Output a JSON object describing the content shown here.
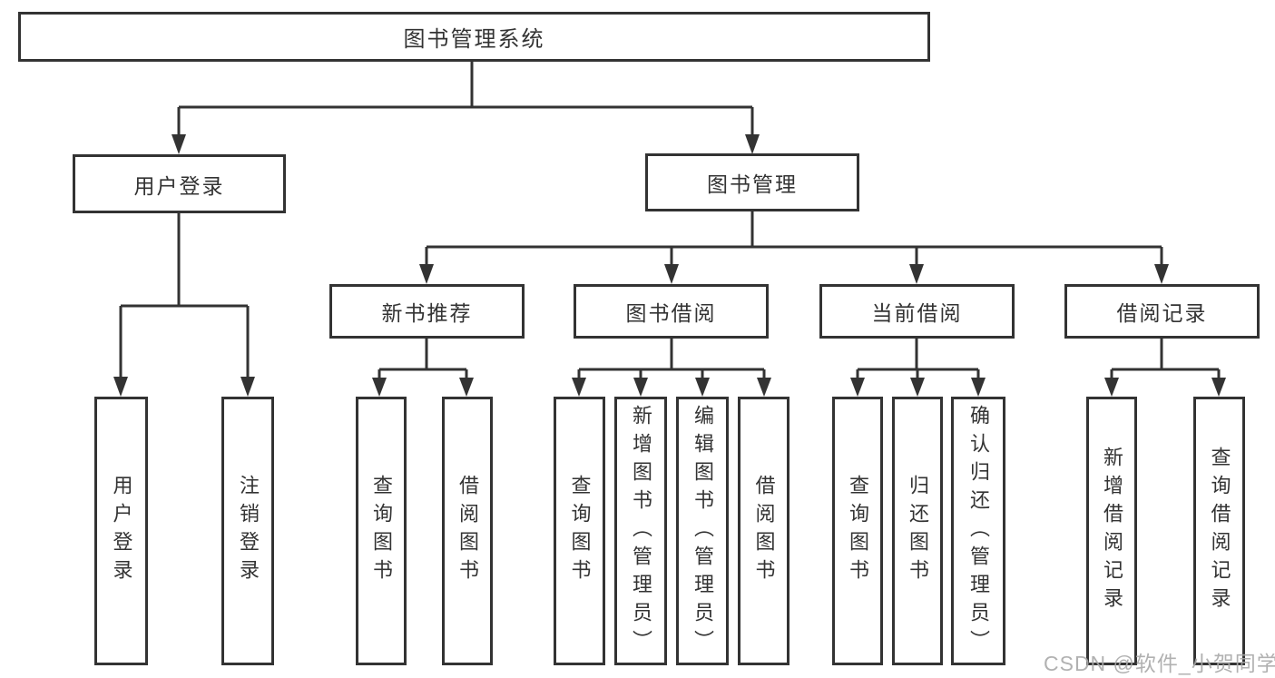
{
  "colors": {
    "line": "#333333",
    "box_border": "#333333",
    "box_background": "#ffffff",
    "text": "#333333",
    "watermark": "#a8a8a8",
    "background": "#ffffff"
  },
  "diagram": {
    "title": "图书管理系统",
    "level2": {
      "user_login": "用户登录",
      "book_mgmt": "图书管理"
    },
    "level3": {
      "new_books": "新书推荐",
      "borrow": "图书借阅",
      "current": "当前借阅",
      "records": "借阅记录"
    },
    "leaves": {
      "user_login": [
        "用户登录",
        "注销登录"
      ],
      "new_books": [
        "查询图书",
        "借阅图书"
      ],
      "borrow": [
        "查询图书",
        "新增图书（管理员）",
        "编辑图书（管理员）",
        "借阅图书"
      ],
      "current": [
        "查询图书",
        "归还图书",
        "确认归还（管理员）"
      ],
      "records": [
        "新增借阅记录",
        "查询借阅记录"
      ]
    }
  },
  "watermark": "CSDN @软件_小贺同学"
}
